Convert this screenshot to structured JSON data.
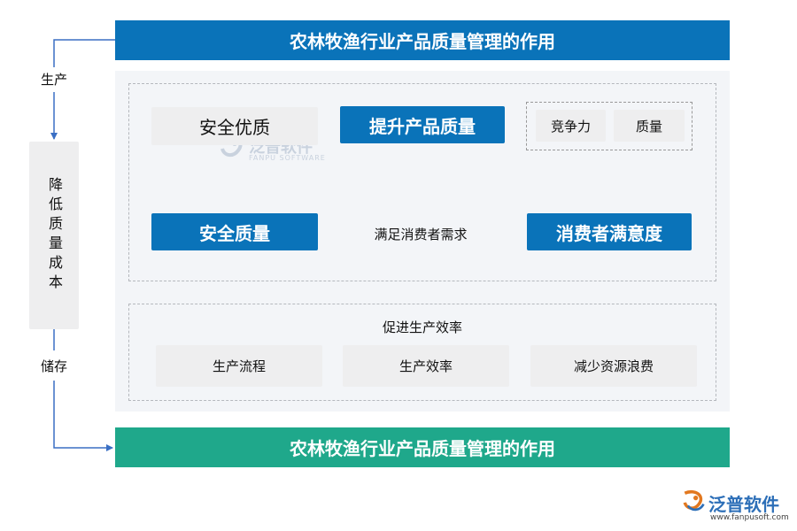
{
  "top_banner": {
    "title": "农林牧渔行业产品质量管理的作用"
  },
  "bottom_banner": {
    "title": "农林牧渔行业产品质量管理的作用"
  },
  "side": {
    "top_label": "生产",
    "box_text": "降低质量成本",
    "bottom_label": "储存"
  },
  "upper": {
    "safe_quality_box": "安全优质",
    "improve_box": "提升产品质量",
    "competitiveness": "竞争力",
    "quality": "质量",
    "safety_quality_box": "安全质量",
    "meet_demand": "满足消费者需求",
    "satisfaction_box": "消费者满意度"
  },
  "lower": {
    "title": "促进生产效率",
    "items": [
      "生产流程",
      "生产效率",
      "减少资源浪费"
    ]
  },
  "watermark": {
    "brand": "泛普软件",
    "sub": "FANPU SOFTWARE"
  },
  "logo": {
    "brand": "泛普软件",
    "url": "www.fanpusoft.com"
  },
  "colors": {
    "blue": "#0a73b9",
    "green": "#1fa88b",
    "panel": "#f3f5f8"
  }
}
